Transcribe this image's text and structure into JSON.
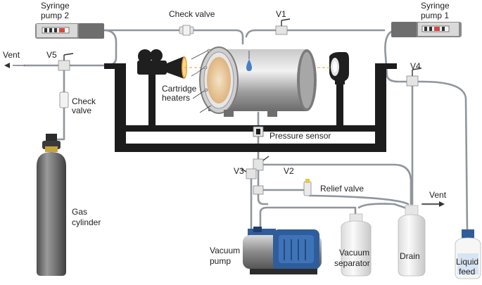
{
  "labels": {
    "syringe_pump_2": [
      "Syringe",
      "pump 2"
    ],
    "syringe_pump_1": [
      "Syringe",
      "pump 1"
    ],
    "check_valve_top": "Check valve",
    "v1": "V1",
    "vent_left": "Vent",
    "v5": "V5",
    "v4": "V4",
    "check_valve_left": [
      "Check",
      "valve"
    ],
    "cartridge_heaters": [
      "Cartridge",
      "heaters"
    ],
    "pressure_sensor": "Pressure sensor",
    "v3": "V3",
    "v2": "V2",
    "relief_valve": "Relief valve",
    "vent_right": "Vent",
    "gas_cylinder": [
      "Gas",
      "cylinder"
    ],
    "vacuum_pump": [
      "Vacuum",
      "pump"
    ],
    "vacuum_separator": [
      "Vacuum",
      "separator"
    ],
    "drain": "Drain",
    "liquid_feed": [
      "Liquid",
      "feed"
    ]
  },
  "colors": {
    "tubing": "#8f969c",
    "frame": "#1c1c1c",
    "pump_blue": "#2f5d9b",
    "cylinder": "#6c6c6c",
    "chamber": "#9a9a9a",
    "heater_glow": "#e8a040",
    "liquid": "#4a7fc1"
  }
}
